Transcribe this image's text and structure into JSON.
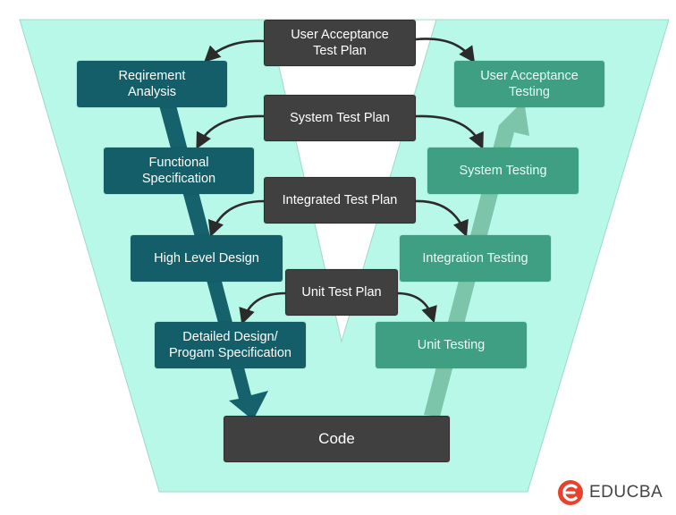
{
  "diagram": {
    "development_phases": [
      {
        "id": "req",
        "label": "Reqirement\nAnalysis"
      },
      {
        "id": "func",
        "label": "Functional\nSpecification"
      },
      {
        "id": "hld",
        "label": "High Level Design"
      },
      {
        "id": "dd",
        "label": "Detailed Design/\nProgam Specification"
      }
    ],
    "test_plans": [
      {
        "id": "uatp",
        "label": "User Acceptance\nTest Plan"
      },
      {
        "id": "stp",
        "label": "System Test Plan"
      },
      {
        "id": "itp",
        "label": "Integrated Test Plan"
      },
      {
        "id": "utp",
        "label": "Unit Test Plan"
      }
    ],
    "testing_phases": [
      {
        "id": "uat",
        "label": "User Acceptance\nTesting"
      },
      {
        "id": "st",
        "label": "System Testing"
      },
      {
        "id": "it",
        "label": "Integration Testing"
      },
      {
        "id": "ut",
        "label": "Unit Testing"
      }
    ],
    "code": {
      "label": "Code"
    }
  },
  "colors": {
    "funnel": "#b8f8e8",
    "dev_box": "#135e68",
    "test_box": "#3f9f82",
    "plan_box": "#404040",
    "down_arrow": "#15626d",
    "up_arrow": "#7cc5ab"
  },
  "logo": {
    "text": "EDUCBA",
    "icon": "educba-logo-icon"
  }
}
